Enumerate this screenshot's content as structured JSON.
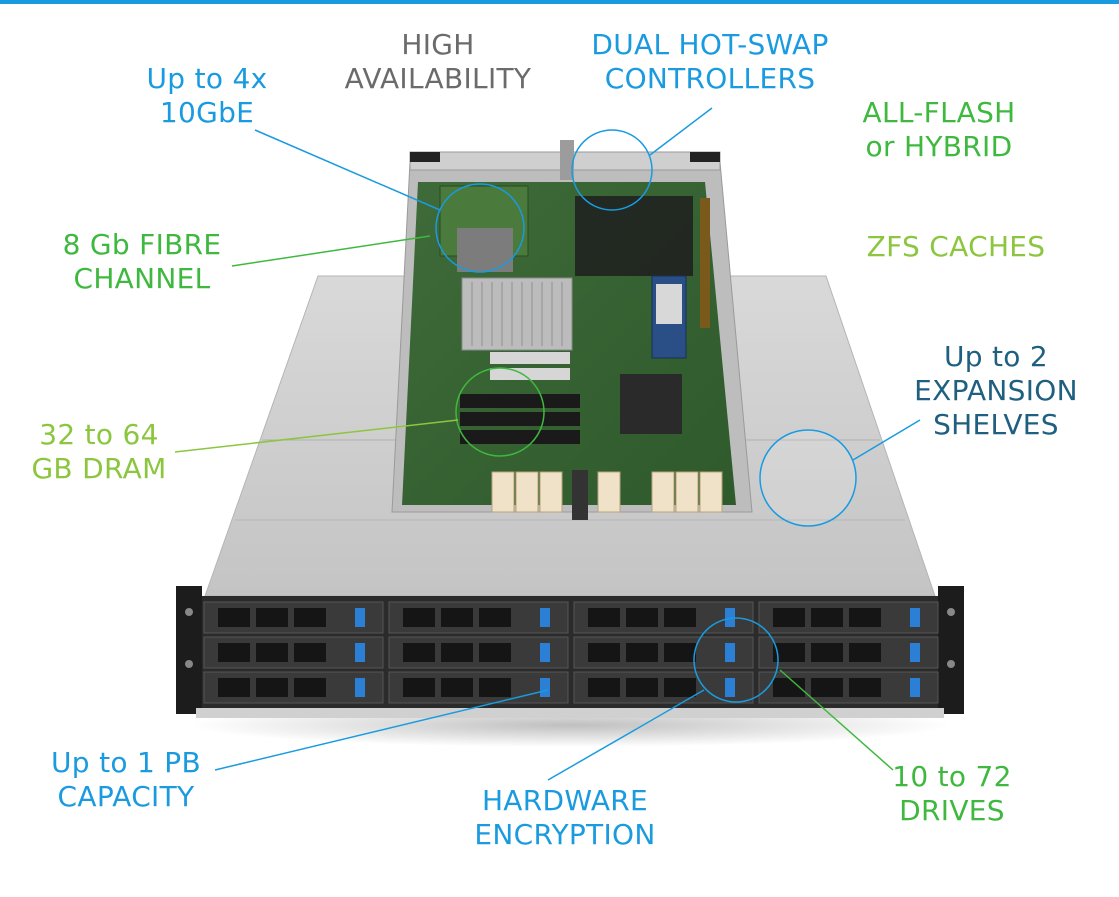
{
  "colors": {
    "rule": "#1a9be0",
    "gray": "#6b6b6b",
    "blue": "#1a9be0",
    "green": "#3fb83f",
    "lime": "#8cc63f",
    "navy": "#1f5f7f",
    "drive_accent": "#2b7fd4"
  },
  "labels": {
    "high_availability": [
      "HIGH",
      "AVAILABILITY"
    ],
    "dual_controllers": [
      "DUAL HOT-SWAP",
      "CONTROLLERS"
    ],
    "ten_gbe": [
      "Up to 4x",
      "10GbE"
    ],
    "all_flash": [
      "ALL-FLASH",
      "or HYBRID"
    ],
    "fibre_channel": [
      "8 Gb FIBRE",
      "CHANNEL"
    ],
    "zfs_caches": [
      "ZFS CACHES"
    ],
    "expansion": [
      "Up to 2",
      "EXPANSION",
      "SHELVES"
    ],
    "dram": [
      "32 to 64",
      "GB DRAM"
    ],
    "capacity": [
      "Up to 1 PB",
      "CAPACITY"
    ],
    "encryption": [
      "HARDWARE",
      "ENCRYPTION"
    ],
    "drives": [
      "10 to 72",
      "DRIVES"
    ]
  }
}
